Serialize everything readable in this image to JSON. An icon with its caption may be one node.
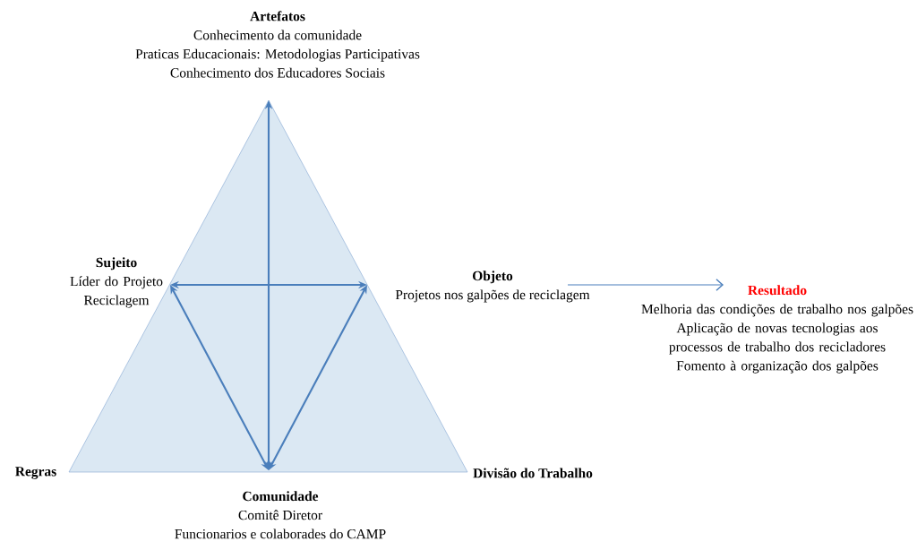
{
  "diagram": {
    "nodes": [
      {
        "text": [
          "Artefatos",
          "Conhecimento da comunidade",
          "Praticas Educacionais: Metodologias Participativas",
          "Conhecimento dos Educadores Sociais"
        ]
      },
      {
        "text": [
          "Sujeito",
          "Líder do Projeto Reciclagem"
        ]
      },
      {
        "text": [
          "Objeto",
          "Projetos nos galpões de reciclagem"
        ]
      },
      {
        "text": [
          "Resultado",
          "Melhoria das condições de trabalho nos galpões",
          "Aplicação de novas tecnologias aos processos de trabalho dos recicladores",
          "Fomento à organização dos galpões"
        ]
      },
      {
        "text": [
          "Comunidade",
          "Comitê Diretor",
          "Funcionarios e colaborades do CAMP"
        ]
      }
    ],
    "edges": [
      {
        "from": 0,
        "to": 4,
        "arrow": "both"
      },
      {
        "from": 1,
        "to": 2,
        "arrow": "both"
      },
      {
        "from": 1,
        "to": 4,
        "arrow": "both"
      },
      {
        "from": 2,
        "to": 4,
        "arrow": "both"
      },
      {
        "from": 2,
        "to": 3,
        "arrow": "to"
      }
    ],
    "labels": [
      "Regras",
      "Divisão do Trabalho"
    ]
  }
}
